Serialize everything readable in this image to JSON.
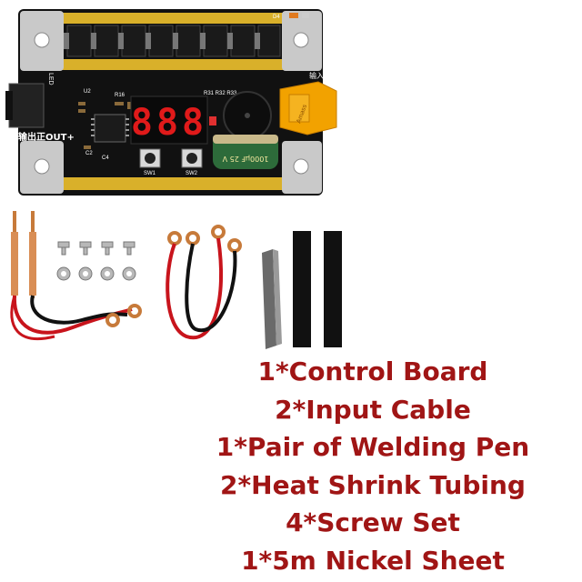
{
  "board": {
    "display_digits": "888",
    "silk_output": "输出正OUT+",
    "silk_input": "输入",
    "silk_top_right": "D4",
    "silk_left_vertical": "LED",
    "silk_u2": "U2",
    "silk_r16": "R16",
    "silk_r31": "R31 R32 R33",
    "silk_c2": "C2",
    "silk_c4": "C4",
    "silk_sw1": "SW1",
    "silk_sw2": "SW2",
    "capacitor_text": "1000μF 25 V",
    "connector_text": "Amass"
  },
  "items": [
    "1*Control Board",
    "2*Input Cable",
    "1*Pair of Welding Pen",
    "2*Heat Shrink Tubing",
    "4*Screw Set",
    "1*5m Nickel Sheet"
  ],
  "colors": {
    "item_text": "#a01515",
    "pcb": "#111111",
    "rail": "#d9b02a",
    "display": "#e01a1a",
    "connector": "#f2a200",
    "wire_red": "#c8141c",
    "wire_black": "#111111",
    "copper": "#c77a3a"
  }
}
